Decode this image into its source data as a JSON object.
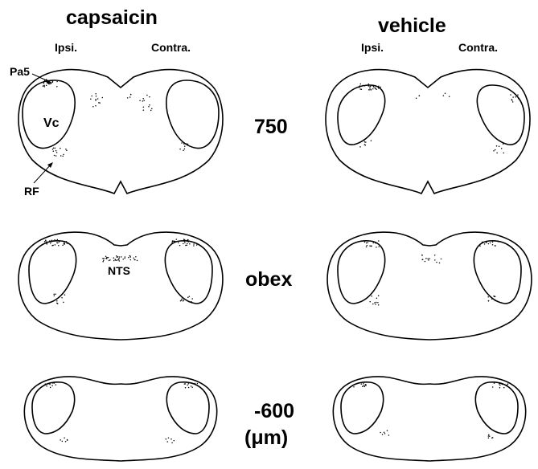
{
  "columns": {
    "capsaicin": "capsaicin",
    "vehicle": "vehicle"
  },
  "sides": {
    "ipsi": "Ipsi.",
    "contra": "Contra."
  },
  "levels": {
    "l1": "750",
    "l2": "obex",
    "l3": "-600",
    "unit": "(μm)"
  },
  "annotations": {
    "pa5": "Pa5",
    "vc": "Vc",
    "rf": "RF",
    "nts": "NTS"
  },
  "colors": {
    "outline": "#000000",
    "background": "#ffffff"
  }
}
